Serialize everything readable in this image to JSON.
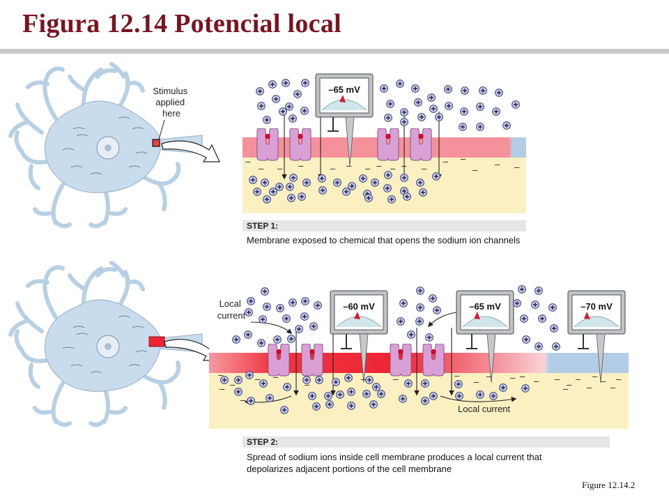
{
  "title": "Figura 12.14  Potencial local",
  "figure_ref": "Figure 12.14.2",
  "panel1": {
    "stimulus_label": [
      "Stimulus",
      "applied",
      "here"
    ],
    "meter": "–65 mV",
    "step_heading": "STEP 1:",
    "step_text": "Membrane exposed to chemical that opens the sodium ion channels"
  },
  "panel2": {
    "local_current_label": [
      "Local",
      "current"
    ],
    "local_current_label_right": "Local current",
    "meters": [
      "–60 mV",
      "–65 mV",
      "–70 mV"
    ],
    "step_heading": "STEP 2:",
    "step_lines": [
      "Spread of sodium ions inside cell membrane produces a local current that",
      "depolarizes adjacent portions of the cell membrane"
    ]
  },
  "ion_symbol": "+",
  "charge_symbol": "–",
  "colors": {
    "title": "#7b1420",
    "extracellular": "#ffffff",
    "intracellular": "#fbf0c2",
    "membrane_resting": "#b4cde6",
    "membrane_depolarized": "#f4919a",
    "membrane_active": "#ee2433",
    "channel": "#d9a0d6",
    "ion": "#c8cbe6",
    "neuron": "#c8dced"
  }
}
